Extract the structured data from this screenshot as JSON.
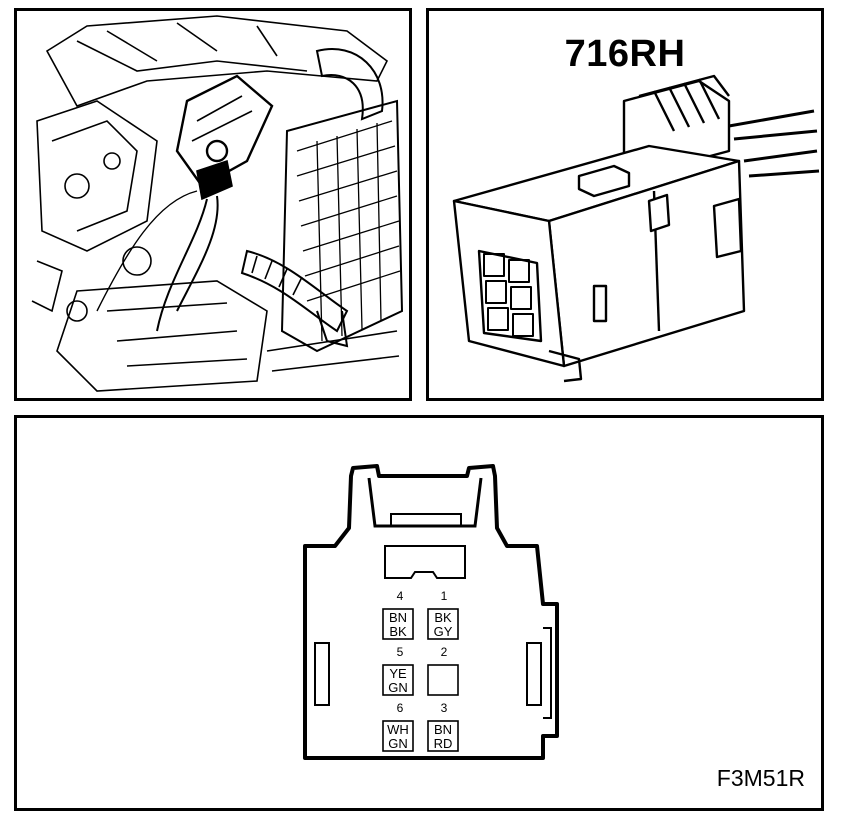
{
  "connector": {
    "name": "716RH",
    "figure_id": "F3M51R"
  },
  "pins": [
    {
      "number": "4",
      "color1": "BN",
      "color2": "BK"
    },
    {
      "number": "1",
      "color1": "BK",
      "color2": "GY"
    },
    {
      "number": "5",
      "color1": "YE",
      "color2": "GN"
    },
    {
      "number": "2",
      "color1": "",
      "color2": ""
    },
    {
      "number": "6",
      "color1": "WH",
      "color2": "GN"
    },
    {
      "number": "3",
      "color1": "BN",
      "color2": "RD"
    }
  ]
}
